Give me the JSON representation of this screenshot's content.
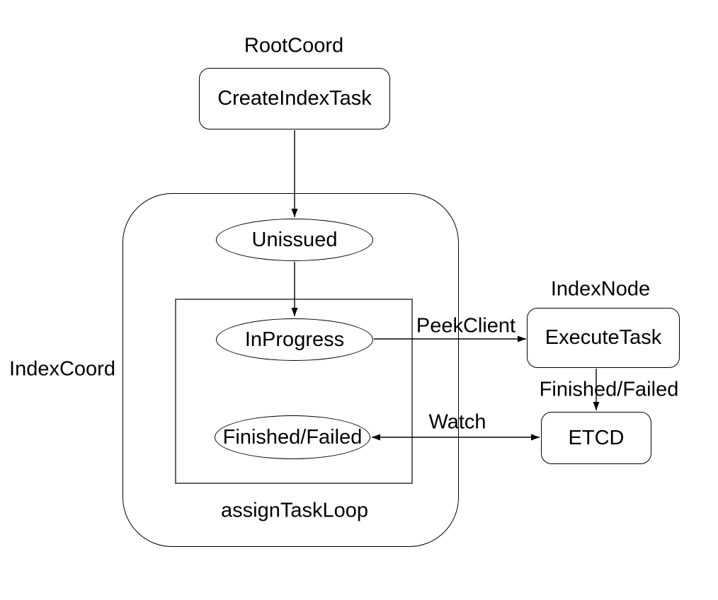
{
  "colors": {
    "background": "#ffffff",
    "stroke": "#000000",
    "loop_box_stroke": "#666666",
    "text": "#000000"
  },
  "labels": {
    "root_coord": "RootCoord",
    "index_coord": "IndexCoord",
    "index_node": "IndexNode",
    "assign_task_loop": "assignTaskLoop"
  },
  "nodes": {
    "create_index_task": "CreateIndexTask",
    "unissued": "Unissued",
    "in_progress": "InProgress",
    "finished_failed": "Finished/Failed",
    "execute_task": "ExecuteTask",
    "etcd": "ETCD"
  },
  "edges": {
    "peek_client": "PeekClient",
    "finished_failed": "Finished/Failed",
    "watch": "Watch"
  }
}
